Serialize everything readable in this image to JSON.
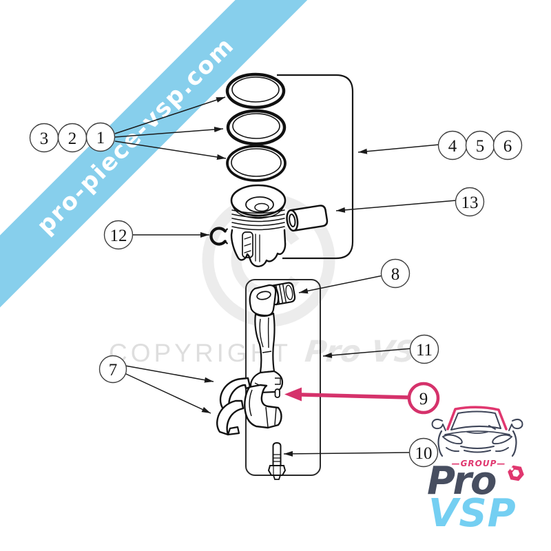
{
  "ribbon": {
    "text": "pro-piece-vsp.com",
    "bg_color": "#87CFEC",
    "text_color": "#FFFFFF"
  },
  "watermarks": {
    "copyright": "COPYRIGHT",
    "brand": "Pro VSP",
    "color": "#DEDEDE"
  },
  "callouts": [
    {
      "label": "1"
    },
    {
      "label": "2"
    },
    {
      "label": "3"
    },
    {
      "label": "4"
    },
    {
      "label": "5"
    },
    {
      "label": "6"
    },
    {
      "label": "7"
    },
    {
      "label": "8"
    },
    {
      "label": "9"
    },
    {
      "label": "10"
    },
    {
      "label": "11"
    },
    {
      "label": "12"
    },
    {
      "label": "13"
    }
  ],
  "accent": {
    "pink": "#D5326B",
    "line": "#1A1A1A"
  },
  "logo": {
    "group_label": "—GROUP—",
    "brand_top": "Pro",
    "brand_bottom": "VSP",
    "navy": "#474E60",
    "cyan": "#74CFF2",
    "pink": "#E0376F"
  }
}
